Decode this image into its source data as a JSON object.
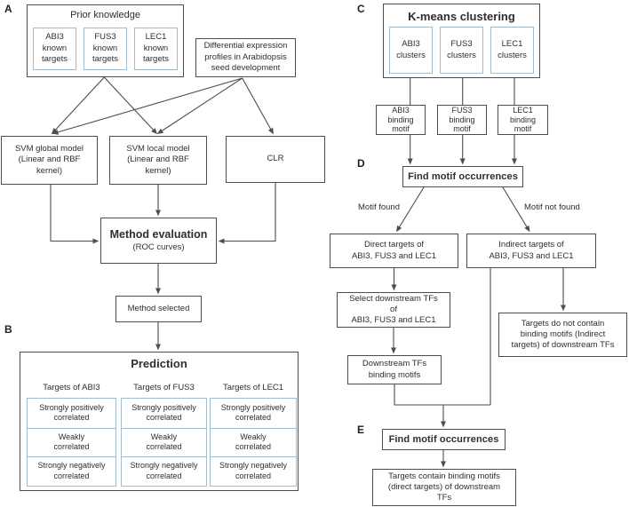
{
  "figure": {
    "section_labels": {
      "a": "A",
      "b": "B",
      "c": "C",
      "d": "D",
      "e": "E"
    }
  },
  "colors": {
    "box_border": "#4d4d4d",
    "inner_box_border": "#a3bccb",
    "arrow": "#4d4d4d",
    "text": "#2e2e2e",
    "background": "#ffffff"
  },
  "nodes": {
    "prior_knowledge": {
      "title": "Prior knowledge",
      "items": [
        "ABI3\nknown\ntargets",
        "FUS3\nknown\ntargets",
        "LEC1\nknown\ntargets"
      ]
    },
    "diff_expr": {
      "label": "Differential expression\nprofiles in Arabidopsis\nseed development"
    },
    "svm_global": {
      "label": "SVM global model\n(Linear and RBF\nkernel)"
    },
    "svm_local": {
      "label": "SVM local model\n(Linear and RBF\nkernel)"
    },
    "clr": {
      "label": "CLR"
    },
    "method_evaluation": {
      "title": "Method evaluation",
      "subtitle": "(ROC curves)"
    },
    "method_selected": {
      "label": "Method selected"
    },
    "prediction": {
      "title": "Prediction",
      "columns": [
        {
          "header": "Targets of ABI3",
          "cells": [
            "Strongly positively\ncorrelated",
            "Weakly\ncorrelated",
            "Strongly negatively\ncorrelated"
          ]
        },
        {
          "header": "Targets of FUS3",
          "cells": [
            "Strongly positively\ncorrelated",
            "Weakly\ncorrelated",
            "Strongly negatively\ncorrelated"
          ]
        },
        {
          "header": "Targets of LEC1",
          "cells": [
            "Strongly positively\ncorrelated",
            "Weakly\ncorrelated",
            "Strongly negatively\ncorrelated"
          ]
        }
      ]
    },
    "kmeans": {
      "title": "K-means clustering",
      "items": [
        "ABI3\nclusters",
        "FUS3\nclusters",
        "LEC1\nclusters"
      ]
    },
    "binding_motifs": [
      "ABI3\nbinding\nmotif",
      "FUS3\nbinding\nmotif",
      "LEC1\nbinding\nmotif"
    ],
    "find_motif_1": {
      "label": "Find motif occurrences"
    },
    "motif_found": {
      "label": "Motif found"
    },
    "motif_not_found": {
      "label": "Motif not found"
    },
    "direct_targets": {
      "label": "Direct targets of\nABI3, FUS3 and LEC1"
    },
    "indirect_targets": {
      "label": "Indirect targets of\nABI3, FUS3 and LEC1"
    },
    "select_downstream": {
      "label": "Select downstream TFs\nof\nABI3, FUS3 and LEC1"
    },
    "targets_no_motifs": {
      "label": "Targets do not contain\nbinding motifs (Indirect\ntargets) of downstream TFs"
    },
    "downstream_tfs": {
      "label": "Downstream TFs\nbinding motifs"
    },
    "find_motif_2": {
      "label": "Find motif occurrences"
    },
    "targets_contain": {
      "label": "Targets contain binding motifs\n(direct targets) of downstream\nTFs"
    }
  }
}
